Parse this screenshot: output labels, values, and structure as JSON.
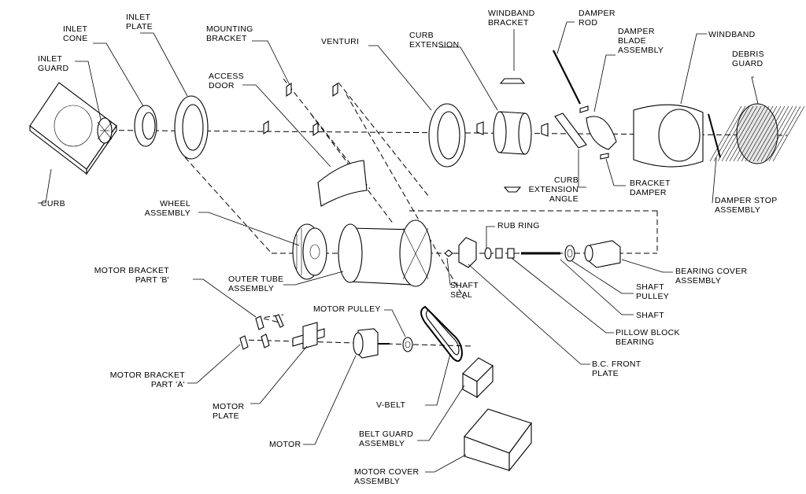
{
  "labels": {
    "inlet_guard": [
      "INLET",
      "GUARD"
    ],
    "inlet_cone": [
      "INLET",
      "CONE"
    ],
    "inlet_plate": [
      "INLET",
      "PLATE"
    ],
    "curb": [
      "CURB"
    ],
    "mounting_bracket": [
      "MOUNTING",
      "BRACKET"
    ],
    "access_door": [
      "ACCESS",
      "DOOR"
    ],
    "venturi": [
      "VENTURI"
    ],
    "curb_extension": [
      "CURB",
      "EXTENSION"
    ],
    "windband_bracket": [
      "WINDBAND",
      "BRACKET"
    ],
    "damper_rod": [
      "DAMPER",
      "ROD"
    ],
    "damper_blade_assembly": [
      "DAMPER",
      "BLADE",
      "ASSEMBLY"
    ],
    "windband": [
      "WINDBAND"
    ],
    "debris_guard": [
      "DEBRIS",
      "GUARD"
    ],
    "curb_extension_angle": [
      "CURB",
      "EXTENSION",
      "ANGLE"
    ],
    "bracket_damper": [
      "BRACKET",
      "DAMPER"
    ],
    "damper_stop_assembly": [
      "DAMPER STOP",
      "ASSEMBLY"
    ],
    "wheel_assembly": [
      "WHEEL",
      "ASSEMBLY"
    ],
    "rub_ring": [
      "RUB RING"
    ],
    "bearing_cover_assembly": [
      "BEARING COVER",
      "ASSEMBLY"
    ],
    "shaft_pulley": [
      "SHAFT",
      "PULLEY"
    ],
    "shaft": [
      "SHAFT"
    ],
    "shaft_seal": [
      "SHAFT",
      "SEAL"
    ],
    "outer_tube_assembly": [
      "OUTER TUBE",
      "ASSEMBLY"
    ],
    "motor_bracket_b": [
      "MOTOR BRACKET",
      "PART 'B'"
    ],
    "motor_pulley": [
      "MOTOR PULLEY"
    ],
    "pillow_block_bearing": [
      "PILLOW BLOCK",
      "BEARING"
    ],
    "bc_front_plate": [
      "B.C. FRONT",
      "PLATE"
    ],
    "motor_bracket_a": [
      "MOTOR BRACKET",
      "PART 'A'"
    ],
    "motor_plate": [
      "MOTOR",
      "PLATE"
    ],
    "v_belt": [
      "V-BELT"
    ],
    "motor": [
      "MOTOR"
    ],
    "belt_guard_assembly": [
      "BELT GUARD",
      "ASSEMBLY"
    ],
    "motor_cover_assembly": [
      "MOTOR COVER",
      "ASSEMBLY"
    ]
  }
}
